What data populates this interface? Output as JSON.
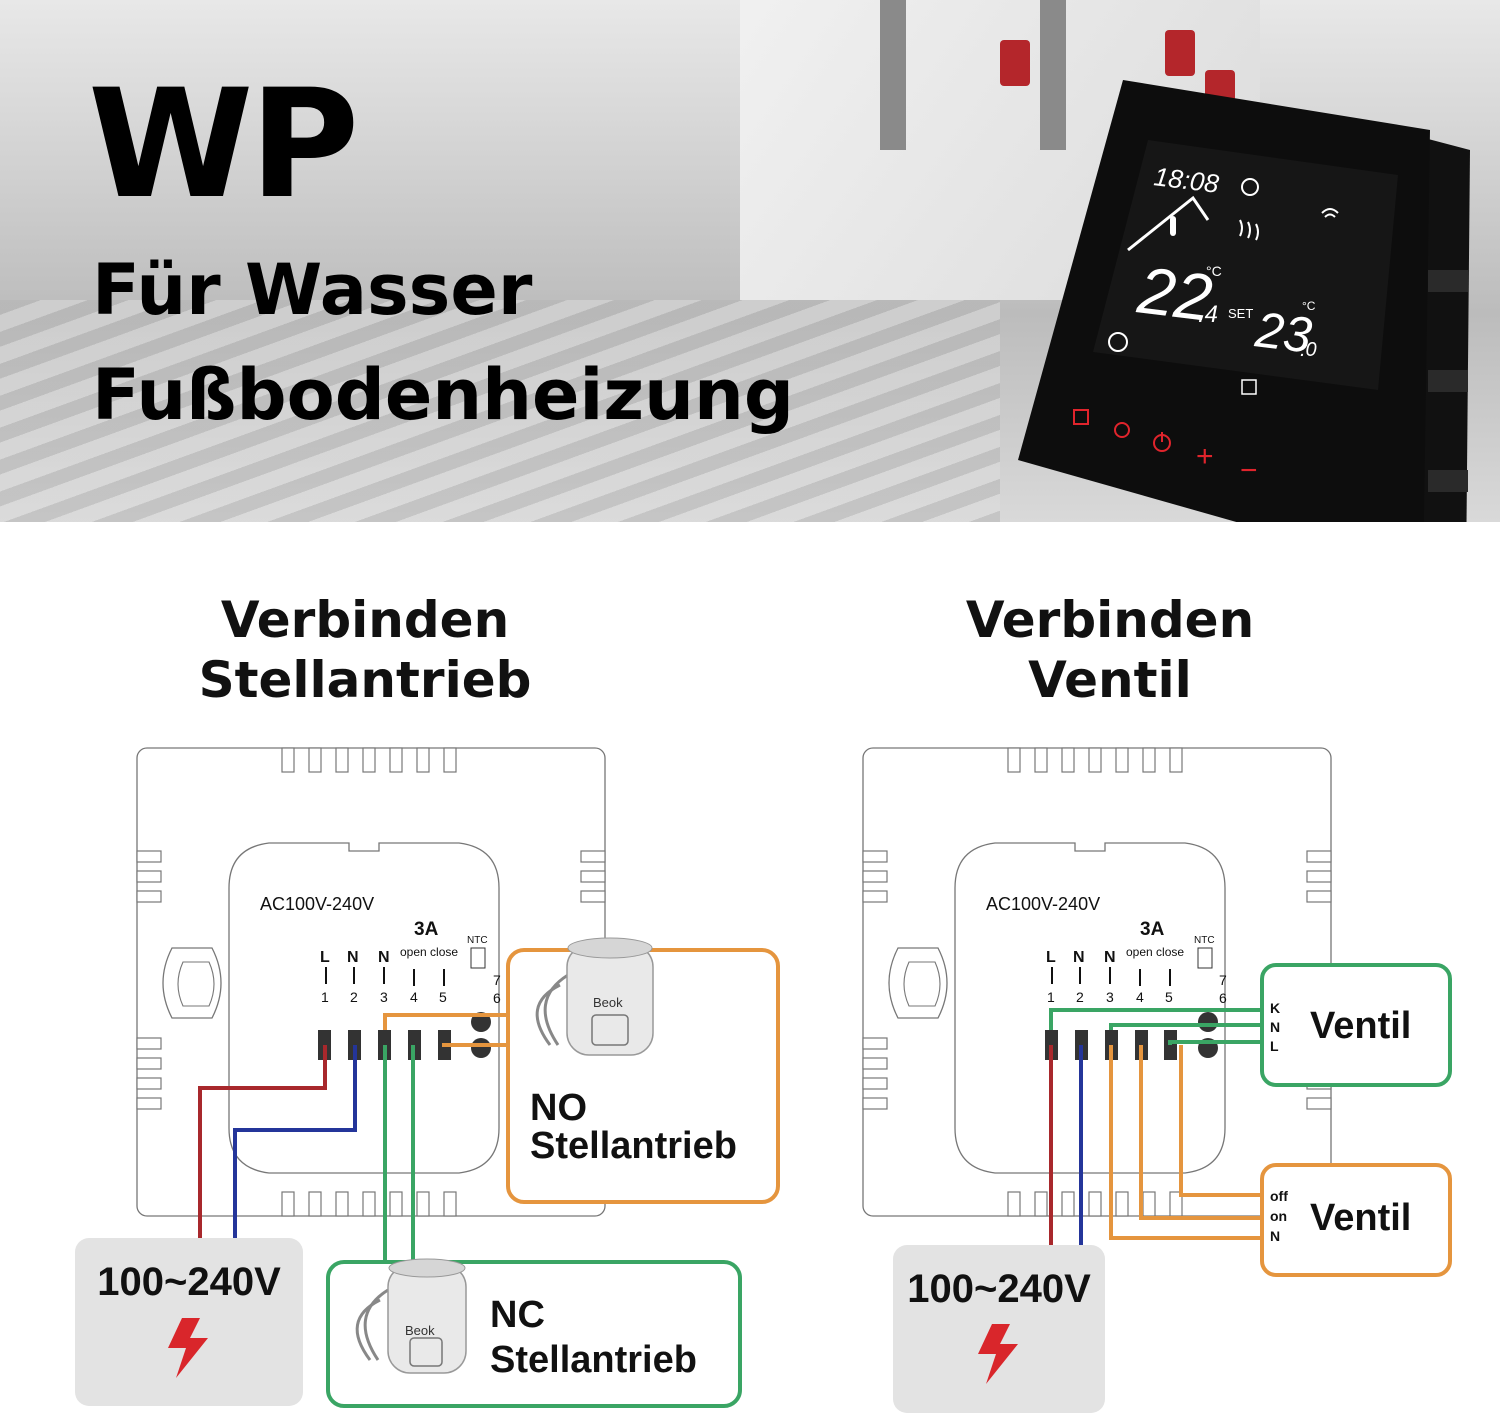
{
  "banner": {
    "title": "WP",
    "subtitle_line1": "Für Wasser",
    "subtitle_line2": "Fußbodenheizung"
  },
  "thermostat": {
    "clock": "18:08",
    "room_temp": "22",
    "room_temp_decimal": ".4",
    "set_label": "SET",
    "set_temp": "23",
    "set_temp_decimal": ".0",
    "unit": "°C",
    "plus": "+",
    "minus": "−"
  },
  "left_panel": {
    "heading_line1": "Verbinden",
    "heading_line2": "Stellantrieb",
    "power_spec": "AC100V-240V",
    "current": "3A",
    "open_close": "open close",
    "ntc": "NTC",
    "terminal_letters": [
      "L",
      "N",
      "N"
    ],
    "terminal_numbers": [
      "1",
      "2",
      "3",
      "4",
      "5"
    ],
    "terminal_6": "6",
    "terminal_7": "7",
    "no_title": "NO",
    "no_subtitle": "Stellantrieb",
    "nc_title": "NC",
    "nc_subtitle": "Stellantrieb",
    "actuator_brand": "Beok",
    "supply": "100~240V"
  },
  "right_panel": {
    "heading_line1": "Verbinden",
    "heading_line2": "Ventil",
    "power_spec": "AC100V-240V",
    "current": "3A",
    "open_close": "open close",
    "ntc": "NTC",
    "terminal_letters": [
      "L",
      "N",
      "N"
    ],
    "terminal_numbers": [
      "1",
      "2",
      "3",
      "4",
      "5"
    ],
    "terminal_6": "6",
    "terminal_7": "7",
    "valve1_label": "Ventil",
    "valve1_pins": [
      "K",
      "N",
      "L"
    ],
    "valve2_label": "Ventil",
    "valve2_pins": [
      "off",
      "on",
      "N"
    ],
    "supply": "100~240V"
  },
  "colors": {
    "red_wire": "#a8282c",
    "blue_wire": "#24359a",
    "green_wire": "#3aa564",
    "orange_wire": "#e5953e",
    "supply_box": "#e3e3e3",
    "lightning": "#d9262b",
    "touch_red": "#e0242c"
  },
  "icons": [
    "wifi-icon",
    "heating-icon",
    "thermometer-icon",
    "clock-icon",
    "power-icon",
    "mode-icon",
    "lightning-icon"
  ]
}
